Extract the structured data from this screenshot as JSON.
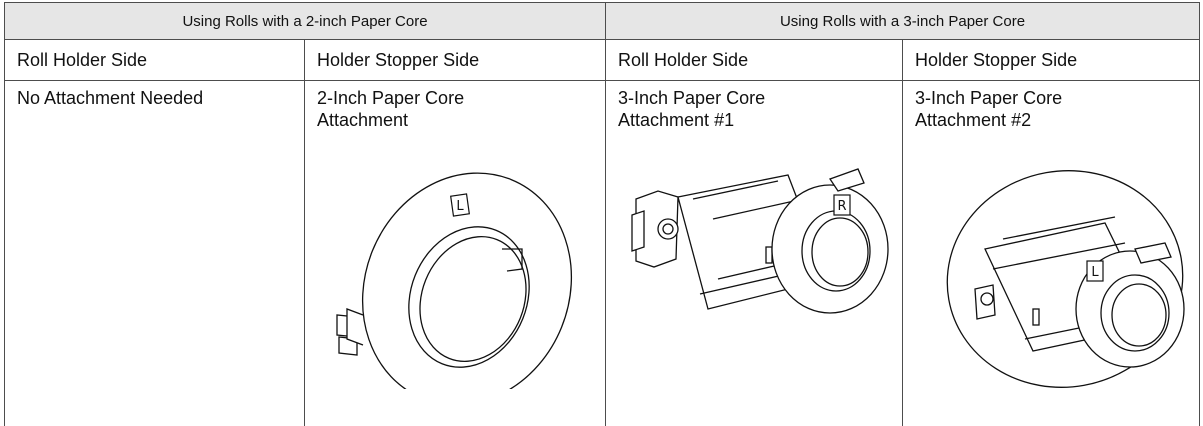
{
  "table": {
    "group_headers": [
      "Using Rolls with a 2-inch Paper Core",
      "Using Rolls with a 3-inch Paper Core"
    ],
    "side_headers": [
      "Roll Holder Side",
      "Holder Stopper Side",
      "Roll Holder Side",
      "Holder Stopper Side"
    ],
    "cells": [
      {
        "text": "No Attachment Needed"
      },
      {
        "text": "2-Inch Paper Core\nAttachment",
        "badge": "L"
      },
      {
        "text": "3-Inch Paper Core\nAttachment #1",
        "badge": "R"
      },
      {
        "text": "3-Inch Paper Core\nAttachment #2",
        "badge": "L"
      }
    ]
  },
  "colors": {
    "header_background": "#e6e6e6",
    "border": "#4d4d4d"
  }
}
